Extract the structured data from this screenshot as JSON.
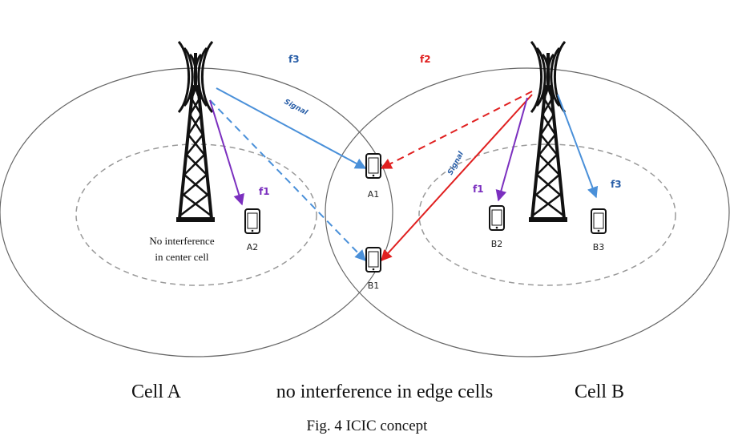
{
  "colors": {
    "blue": "#4a90d9",
    "red": "#e02020",
    "purple": "#7b2fbf",
    "outline": "#666666",
    "dashed": "#9a9a9a",
    "freq_blue": "#2a5fa8",
    "freq_red": "#e02020",
    "freq_purple": "#7b2fbf"
  },
  "diagram": {
    "frequencies": {
      "f3_top": "f3",
      "f2_top": "f2",
      "f1_left": "f1",
      "f1_right": "f1",
      "f3_right": "f3"
    },
    "signal_labels": {
      "left": "Signal",
      "right": "Signal"
    },
    "phones": {
      "a1": "A1",
      "a2": "A2",
      "b1": "B1",
      "b2": "B2",
      "b3": "B3"
    },
    "center_note_line1": "No interference",
    "center_note_line2": "in center cell",
    "bottom_labels": {
      "cell_a": "Cell A",
      "edge": "no interference in edge cells",
      "cell_b": "Cell B"
    },
    "caption": "Fig. 4 ICIC concept",
    "icons": {
      "tower_left": "cell-tower-icon",
      "tower_right": "cell-tower-icon",
      "phone": "smartphone-icon"
    }
  }
}
